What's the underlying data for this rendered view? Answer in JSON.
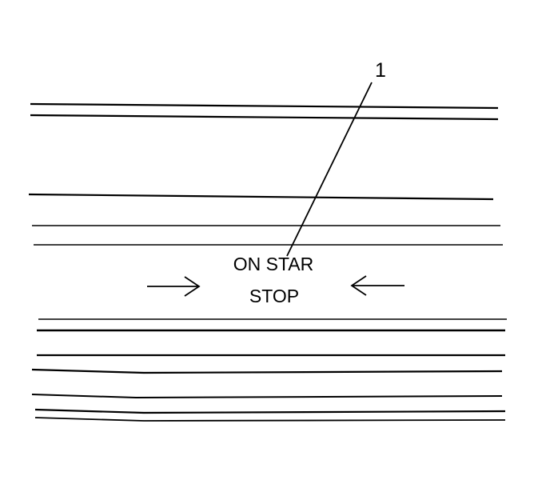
{
  "callout": {
    "number": "1"
  },
  "label": {
    "line1": "ON STAR",
    "line2": "STOP"
  },
  "colors": {
    "ink": "#000000",
    "background": "#ffffff"
  },
  "icons": {
    "left_arrow": "arrow-right-icon",
    "right_arrow": "arrow-left-icon"
  }
}
